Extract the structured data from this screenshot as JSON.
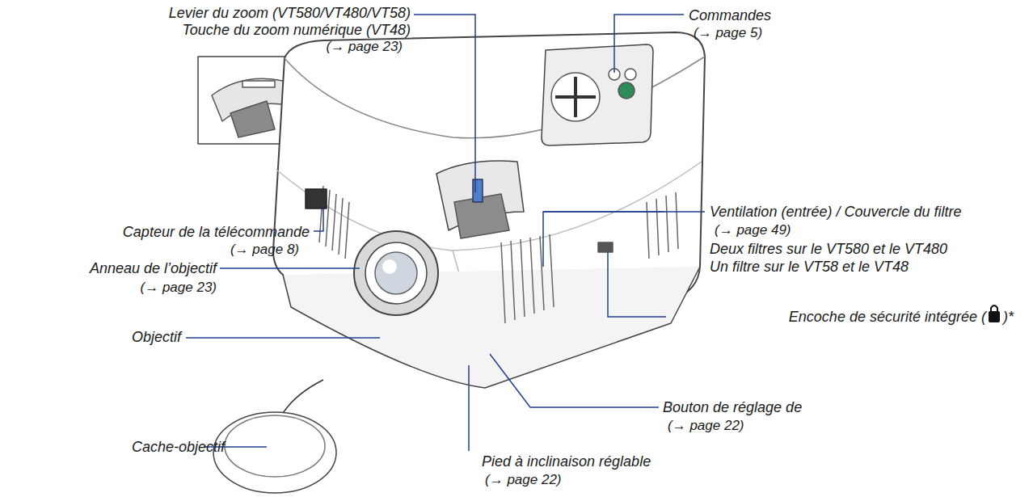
{
  "diagram": {
    "labels": [
      "Levier du zoom (VT580/VT480/VT58)",
      "Touche du zoom numérique (VT48)",
      "(→ page 23)",
      "Commandes",
      "(→ page 5)",
      "Capteur de la télécommande",
      "(→ page 8)",
      "Anneau de l’objectif",
      "(→ page 23)",
      "Objectif",
      "Ventilation (entrée) / Couvercle du filtre",
      "(→ page 49)",
      "Deux filtres sur le VT580 et le VT480",
      "Un filtre sur le VT58 et le VT48",
      "Encoche de sécurité intégrée (",
      ")*",
      "Cache-objectif",
      "Bouton de réglage de",
      "(→ page 22)",
      "Pied à inclinaison réglable",
      "(→ page 22)"
    ]
  }
}
